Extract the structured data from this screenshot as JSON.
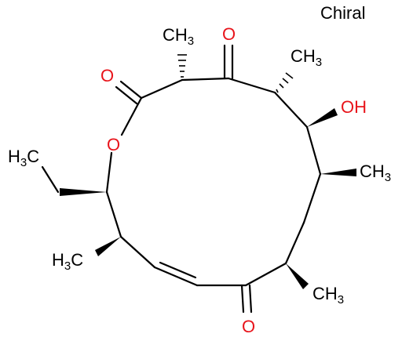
{
  "molecule": {
    "chiral_label": "Chiral",
    "labels": {
      "o_ring": "O",
      "o_lactone": "O",
      "o_ketone_top": "O",
      "o_ketone_bottom": "O",
      "hydroxyl": "OH",
      "methyl_top": "CH",
      "methyl_top_sub": "3",
      "methyl_upper_right": "CH",
      "methyl_upper_right_sub": "3",
      "methyl_right": "CH",
      "methyl_right_sub": "3",
      "methyl_lower_right": "CH",
      "methyl_lower_right_sub": "3",
      "ethyl_left_main": "H",
      "ethyl_left_sub": "3",
      "ethyl_left_c": "C",
      "methyl_lower_left_main": "H",
      "methyl_lower_left_sub": "3",
      "methyl_lower_left_c": "C"
    },
    "colors": {
      "oxygen": "#e8141b",
      "carbon": "#000000",
      "background": "#ffffff"
    }
  }
}
